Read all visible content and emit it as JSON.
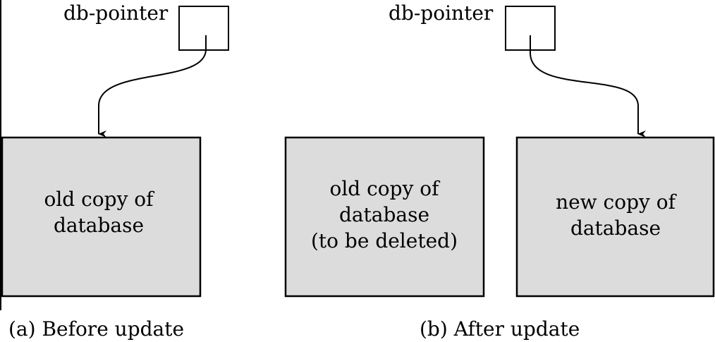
{
  "panel_a": {
    "pointer_label": "db-pointer",
    "box_lines": [
      "old copy of",
      "database"
    ],
    "caption": "(a) Before update"
  },
  "panel_b": {
    "pointer_label": "db-pointer",
    "old_box_lines": [
      "old copy of",
      "database",
      "(to be deleted)"
    ],
    "new_box_lines": [
      "new copy of",
      "database"
    ],
    "caption": "(b) After update"
  },
  "colors": {
    "box_fill": "#dcdcdc",
    "stroke": "#000000",
    "background": "#ffffff"
  }
}
